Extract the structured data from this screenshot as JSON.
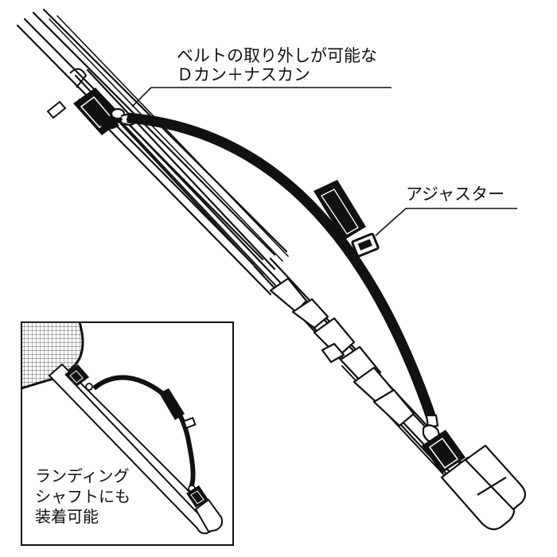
{
  "diagram": {
    "callouts": {
      "belt_line1": "ベルトの取り外しが可能な",
      "belt_line2": "Ｄカン＋ナスカン",
      "adjuster": "アジャスター"
    },
    "inset": {
      "caption_line1": "ランディング",
      "caption_line2": "シャフトにも",
      "caption_line3": "装着可能"
    },
    "colors": {
      "ink": "#111111",
      "paper": "#ffffff"
    }
  }
}
